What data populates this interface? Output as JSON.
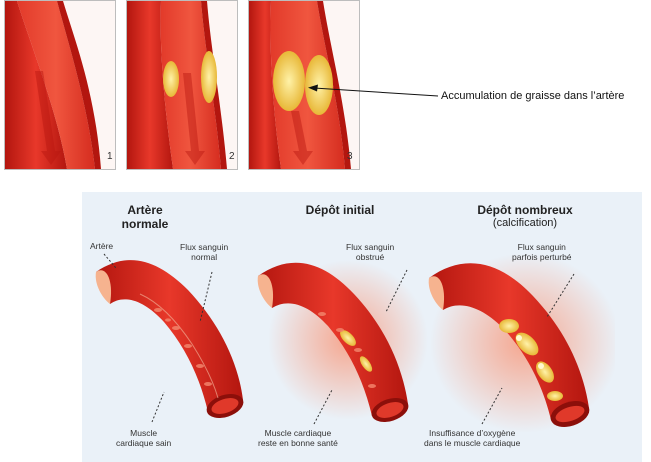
{
  "top_panels": {
    "numbers": [
      "1",
      "2",
      "3"
    ],
    "callout": "Accumulation de graisse dans l’artère"
  },
  "bottom": {
    "stage1": {
      "title_line1": "Artère",
      "title_line2": "normale",
      "label_artery": "Artère",
      "label_flow_line1": "Flux sanguin",
      "label_flow_line2": "normal",
      "label_muscle_line1": "Muscle",
      "label_muscle_line2": "cardiaque sain"
    },
    "stage2": {
      "title": "Dépôt initial",
      "label_flow_line1": "Flux sanguin",
      "label_flow_line2": "obstrué",
      "label_muscle_line1": "Muscle cardiaque",
      "label_muscle_line2": "reste en bonne santé"
    },
    "stage3": {
      "title": "Dépôt nombreux",
      "subtitle": "(calcification)",
      "label_flow_line1": "Flux sanguin",
      "label_flow_line2": "parfois perturbé",
      "label_muscle_line1": "Insuffisance d’oxygène",
      "label_muscle_line2": "dans le muscle cardiaque"
    }
  },
  "colors": {
    "artery_red": "#d8241c",
    "artery_dark": "#a8140e",
    "fat_yellow": "#f2d24a",
    "bottom_bg": "#eaf1f8"
  }
}
